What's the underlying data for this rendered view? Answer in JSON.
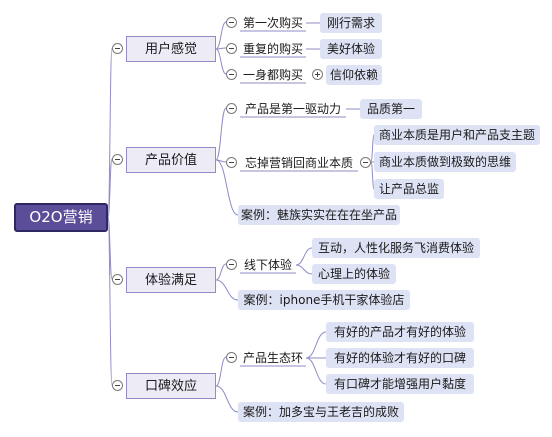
{
  "mindmap": {
    "root": "O2O营销",
    "branches": [
      {
        "label": "用户感觉",
        "children": [
          {
            "label": "第一次购买",
            "children": [
              {
                "label": "刚行需求"
              }
            ]
          },
          {
            "label": "重复的购买",
            "children": [
              {
                "label": "美好体验"
              }
            ]
          },
          {
            "label": "一身都购买",
            "collapsed": true,
            "children": [
              {
                "label": "信仰依赖"
              }
            ]
          }
        ]
      },
      {
        "label": "产品价值",
        "children": [
          {
            "label": "产品是第一驱动力",
            "children": [
              {
                "label": "品质第一"
              }
            ]
          },
          {
            "label": "忘掉营销回商业本质",
            "children": [
              {
                "label": "商业本质是用户和产品支主题"
              },
              {
                "label": "商业本质做到极致的思维"
              },
              {
                "label": "让产品总监"
              }
            ]
          },
          {
            "label": "案例：魅族实实在在在坐产品"
          }
        ]
      },
      {
        "label": "体验满足",
        "children": [
          {
            "label": "线下体验",
            "children": [
              {
                "label": "互动，人性化服务飞消费体验"
              },
              {
                "label": "心理上的体验"
              }
            ]
          },
          {
            "label": "案例：iphone手机干家体验店"
          }
        ]
      },
      {
        "label": "口碑效应",
        "children": [
          {
            "label": "产品生态环",
            "children": [
              {
                "label": "有好的产品才有好的体验"
              },
              {
                "label": "有好的体验才有好的口碑"
              },
              {
                "label": "有口碑才能增强用户黏度"
              }
            ]
          },
          {
            "label": "案例：加多宝与王老吉的成败"
          }
        ]
      }
    ]
  },
  "colors": {
    "root_fill": "#5c4d99",
    "root_border": "#2e2761",
    "main_fill": "#ecebf6",
    "main_border": "#8f8cc6",
    "leaf_fill": "#dde2f4",
    "connector": "#8f8cc6"
  },
  "icons": {
    "expanded": "minus-circle-icon",
    "collapsed": "plus-circle-icon"
  }
}
